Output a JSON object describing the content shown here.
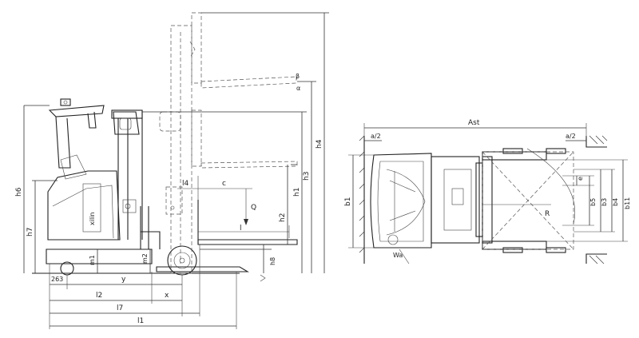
{
  "side_view": {
    "labels": {
      "h6": "h6",
      "h7": "h7",
      "m1": "m1",
      "m2": "m2",
      "h8": "h8",
      "l4": "l4",
      "c": "c",
      "q": "Q",
      "h1": "h1",
      "h2": "h2",
      "h3": "h3",
      "h4": "h4",
      "l": "l",
      "dim_263": "263",
      "y": "y",
      "l2": "l2",
      "x": "x",
      "l7": "l7",
      "l1": "l1",
      "beta": "β",
      "alpha": "α",
      "brand": "xilin"
    }
  },
  "top_view": {
    "labels": {
      "ast": "Ast",
      "a2_left": "a/2",
      "a2_right": "a/2",
      "b1": "b1",
      "wa": "Wa",
      "r": "R",
      "e": "e",
      "b5": "b5",
      "b3": "b3",
      "b4": "b4",
      "b11": "b11"
    }
  }
}
